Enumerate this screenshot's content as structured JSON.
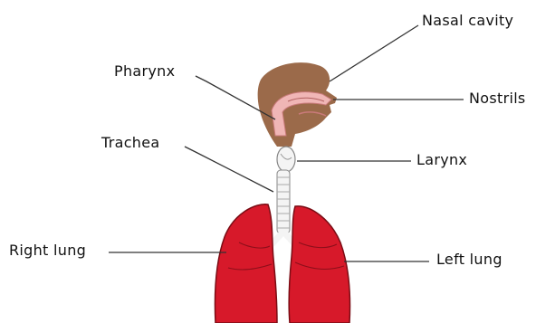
{
  "labels": {
    "nasal_cavity": "Nasal cavity",
    "pharynx": "Pharynx",
    "nostrils": "Nostrils",
    "trachea": "Trachea",
    "larynx": "Larynx",
    "right_lung": "Right lung",
    "left_lung": "Left lung"
  },
  "colors": {
    "head": "#9b6a4a",
    "airway": "#f0b6b6",
    "lung": "#d7192a",
    "lung_outline": "#7a0c14",
    "trachea": "#f4f4f4",
    "line": "#333333"
  }
}
